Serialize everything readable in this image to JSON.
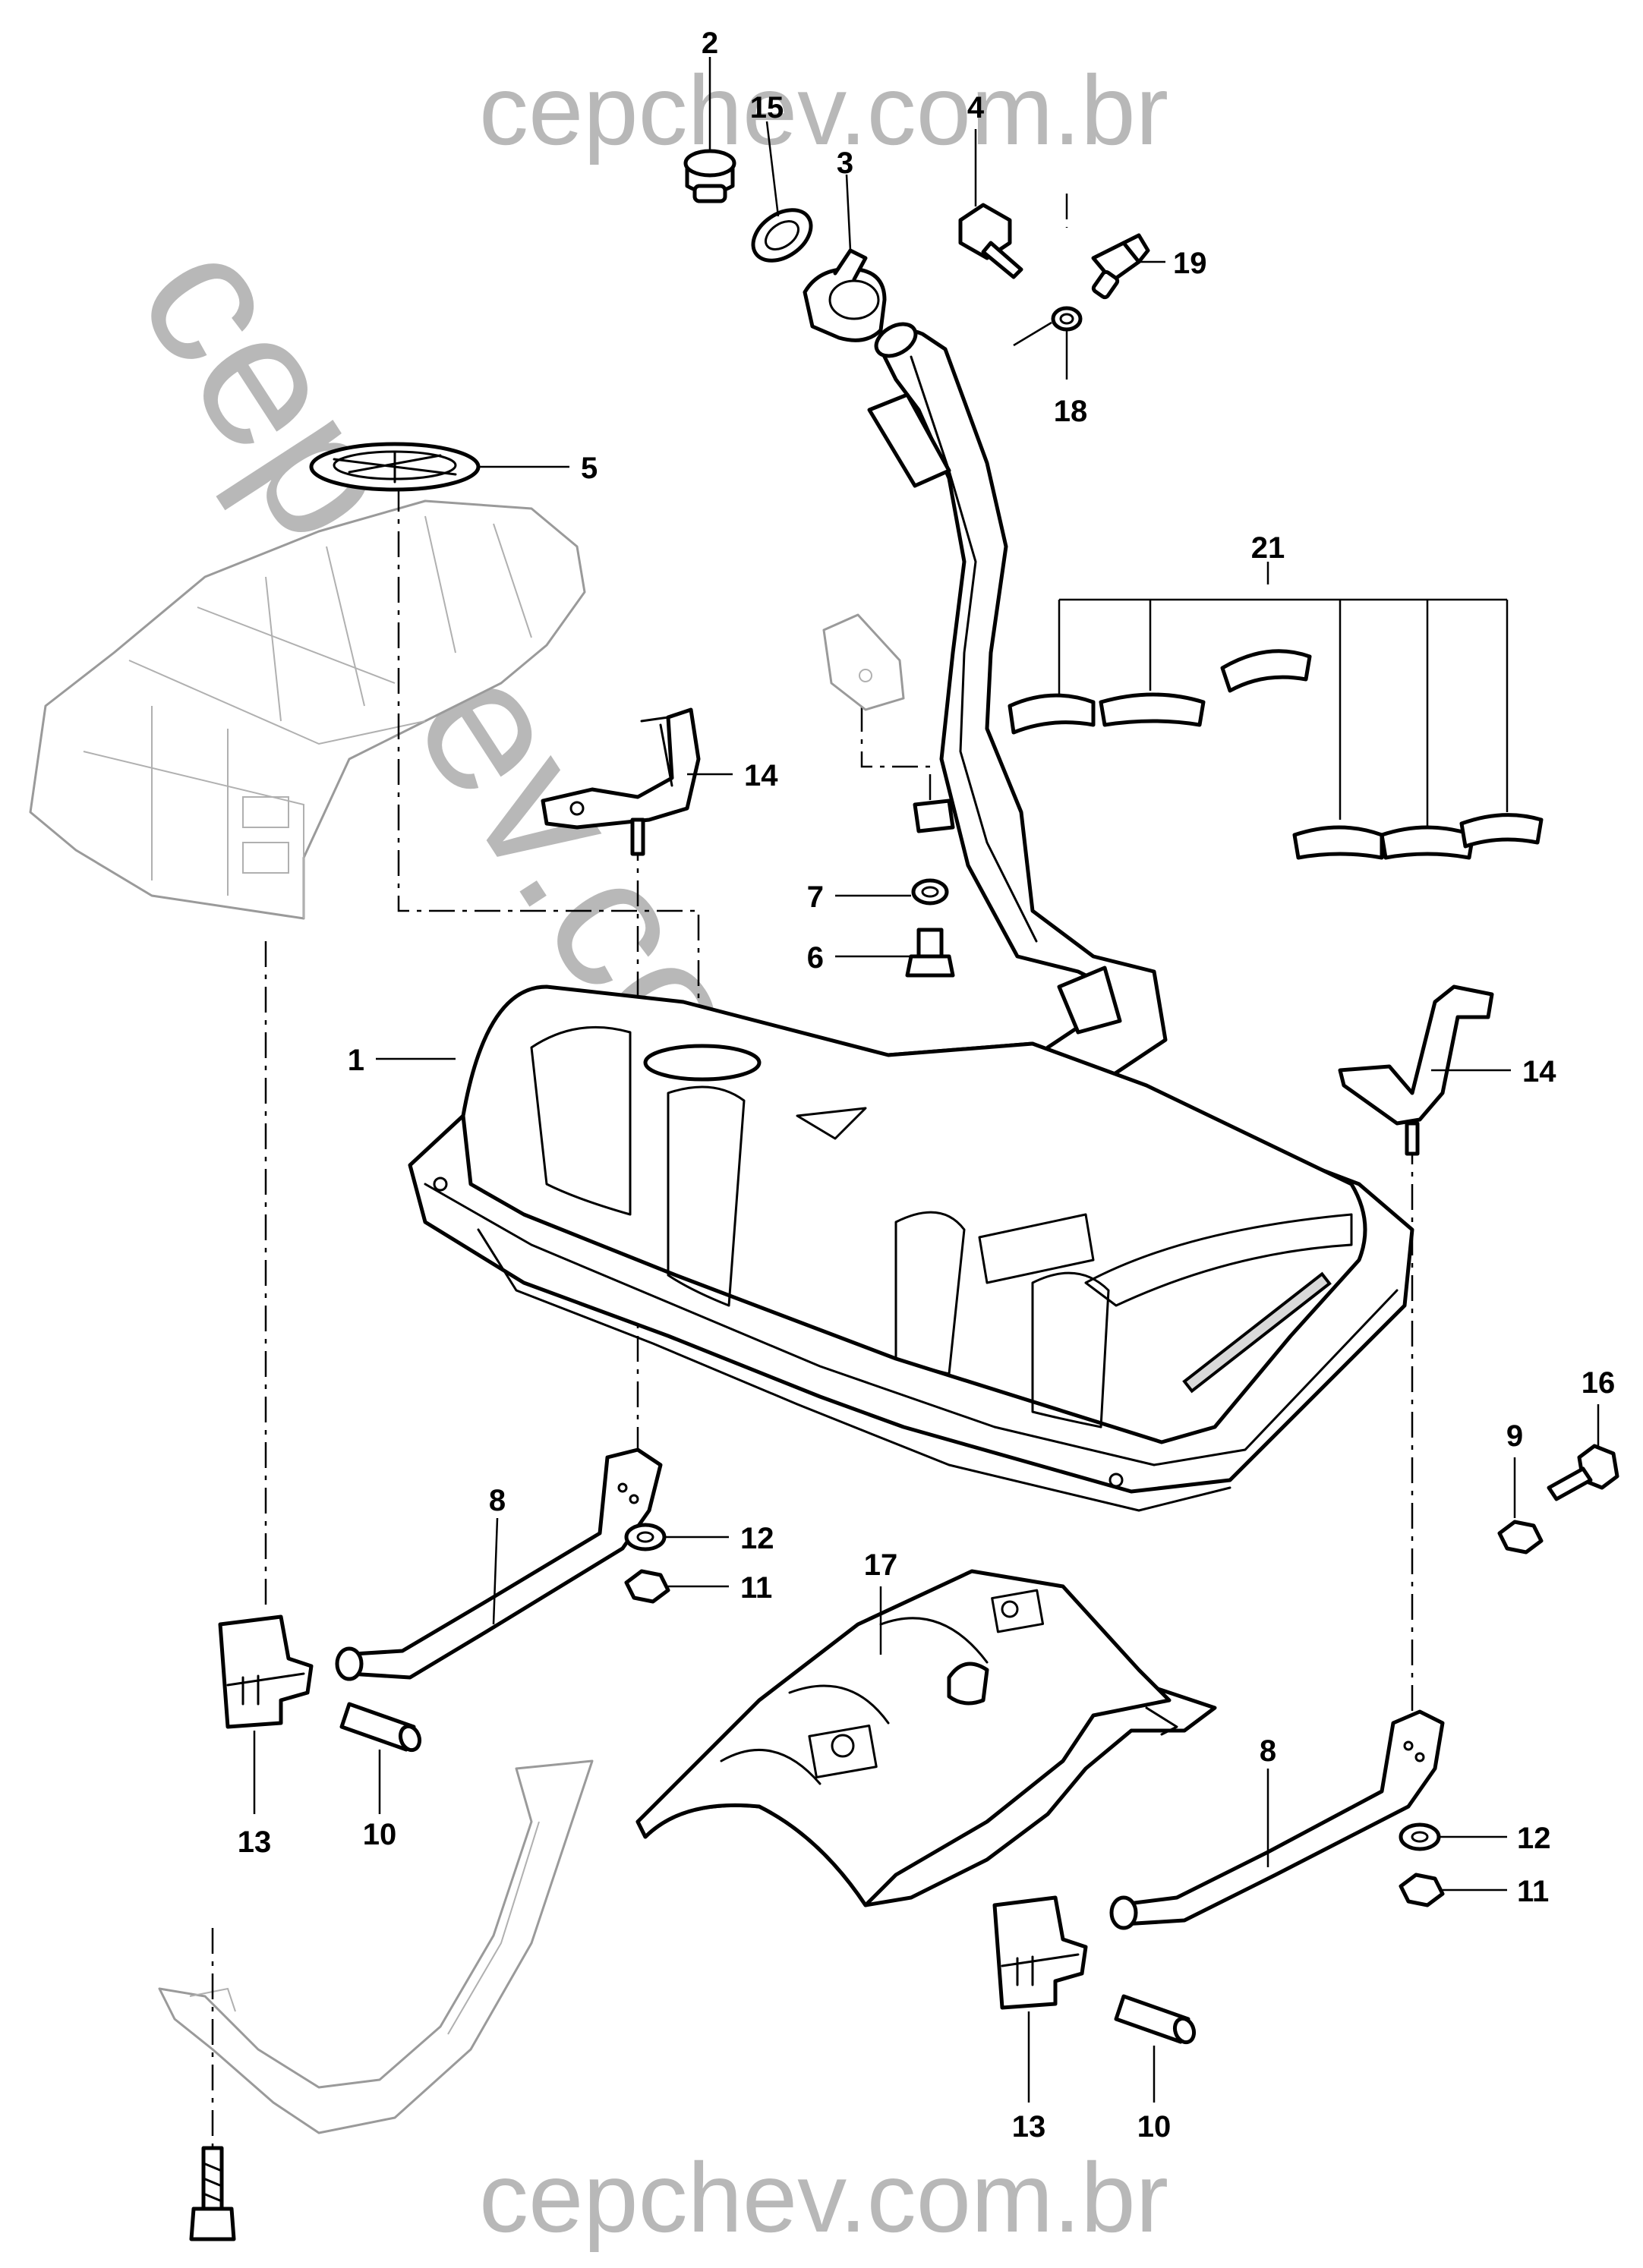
{
  "watermark": {
    "text": "cepchev.com.br",
    "color": "#b8b8b8"
  },
  "callouts": {
    "c1": "1",
    "c2": "2",
    "c3": "3",
    "c4": "4",
    "c5": "5",
    "c6": "6",
    "c7": "7",
    "c8a": "8",
    "c8b": "8",
    "c9": "9",
    "c10a": "10",
    "c10b": "10",
    "c11a": "11",
    "c11b": "11",
    "c12a": "12",
    "c12b": "12",
    "c13a": "13",
    "c13b": "13",
    "c14a": "14",
    "c14b": "14",
    "c15": "15",
    "c16": "16",
    "c17": "17",
    "c18": "18",
    "c19": "19",
    "c21": "21"
  }
}
